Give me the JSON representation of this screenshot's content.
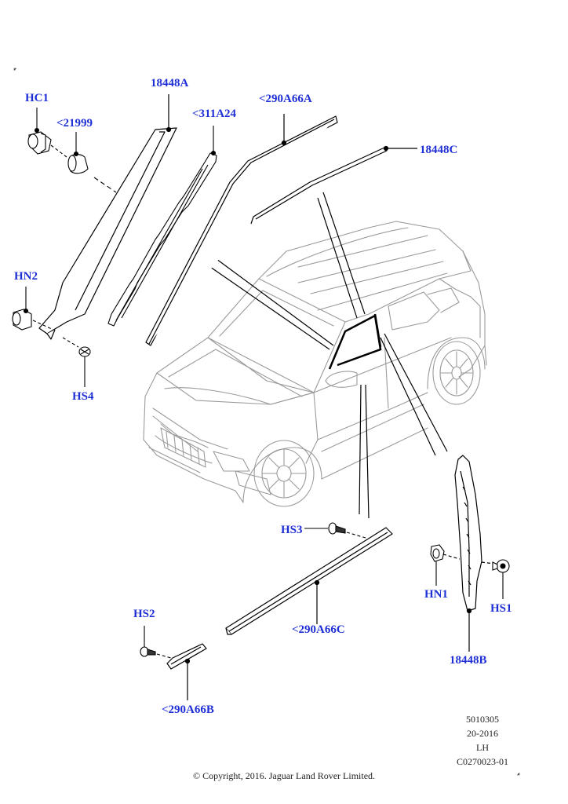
{
  "callouts": {
    "hc1": "HC1",
    "c21999": "<21999",
    "a18448": "18448A",
    "c311a24": "<311A24",
    "c290a66a": "<290A66A",
    "c18448c": "18448C",
    "hn2": "HN2",
    "hs4": "HS4",
    "hs3": "HS3",
    "hn1": "HN1",
    "hs1": "HS1",
    "hs2": "HS2",
    "c290a66c": "<290A66C",
    "b18448": "18448B",
    "c290a66b": "<290A66B"
  },
  "reference": {
    "number": "5010305",
    "date": "20-2016",
    "side": "LH",
    "code": "C0270023-01"
  },
  "copyright": "© Copyright, 2016. Jaguar Land Rover Limited.",
  "colors": {
    "callout": "#1f2fd6",
    "line": "#000000",
    "car": "#9a9a9a"
  }
}
